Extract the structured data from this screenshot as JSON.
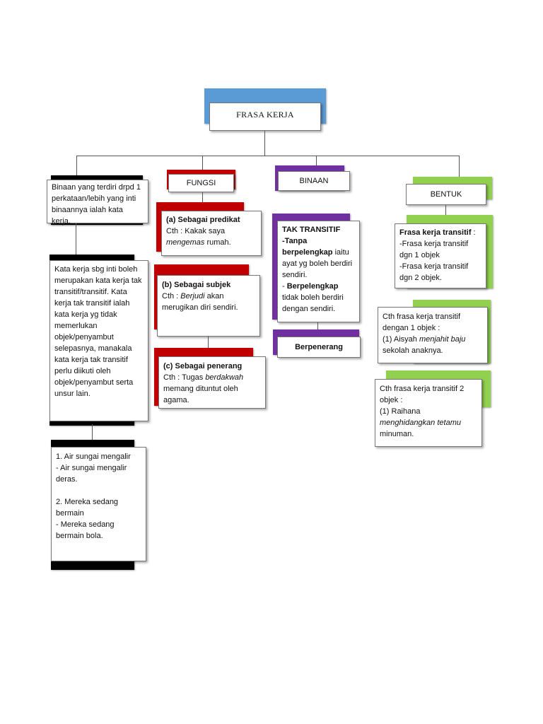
{
  "root": {
    "title": "FRASA KERJA"
  },
  "left": {
    "def": "Binaan yang terdiri drpd 1 perkataan/lebih yang inti binaannya ialah kata kerja.",
    "desc": "Kata kerja sbg inti boleh merupakan kata kerja tak transitif/transitif. Kata kerja tak transitif ialah kata kerja yg tidak memerlukan objek/penyambut selepasnya, manakala kata kerja tak transitif perlu diikuti oleh objek/penyambut serta unsur lain.",
    "ex1_title": "1.  Air sungai mengalir",
    "ex1_body": "- Air sungai mengalir deras.",
    "ex2_title": "2.  Mereka sedang bermain",
    "ex2_body": "- Mereka sedang bermain bola."
  },
  "fungsi": {
    "header": "FUNGSI",
    "a_title": "(a)  Sebagai predikat",
    "a_pre": "Cth : Kakak saya ",
    "a_italic": "mengemas",
    "a_post": " rumah.",
    "b_title": "(b)  Sebagai subjek",
    "b_pre": "Cth : ",
    "b_italic": "Berjudi",
    "b_post": " akan merugikan diri sendiri.",
    "c_title": "(c)  Sebagai penerang",
    "c_pre": "Cth : Tugas ",
    "c_italic": "berdakwah",
    "c_post": " memang dituntut oleh agama."
  },
  "binaan": {
    "header": "BINAAN",
    "tak_title": "TAK TRANSITIF",
    "tanpa": "-Tanpa berpelengkap",
    "tanpa_rest": " iaitu ayat yg boleh berdiri sendiri.",
    "dash": "- ",
    "ber": "Berpelengkap",
    "ber_rest": " tidak boleh berdiri dengan sendiri.",
    "berpenerang": "Berpenerang"
  },
  "bentuk": {
    "header": "BENTUK",
    "ft_title": "Frasa kerja transitif",
    "ft_colon": " :",
    "ft_l1": "-Frasa kerja transitif dgn 1 objek",
    "ft_l2": "-Frasa kerja transitif dgn 2 objek.",
    "ex1_intro": "Cth frasa kerja transitif dengan 1 objek :",
    "ex1_pre": "(1)  Aisyah ",
    "ex1_italic": "menjahit baju",
    "ex1_post": " sekolah anaknya.",
    "ex2_intro": "Cth frasa kerja transitif 2 objek :",
    "ex2_pre": "(1)  Raihana ",
    "ex2_italic": "menghidangkan tetamu",
    "ex2_post": " minuman."
  },
  "colors": {
    "blue": "#5b9bd5",
    "red": "#c00000",
    "purple": "#7030a0",
    "green": "#92d050",
    "black": "#000000"
  }
}
